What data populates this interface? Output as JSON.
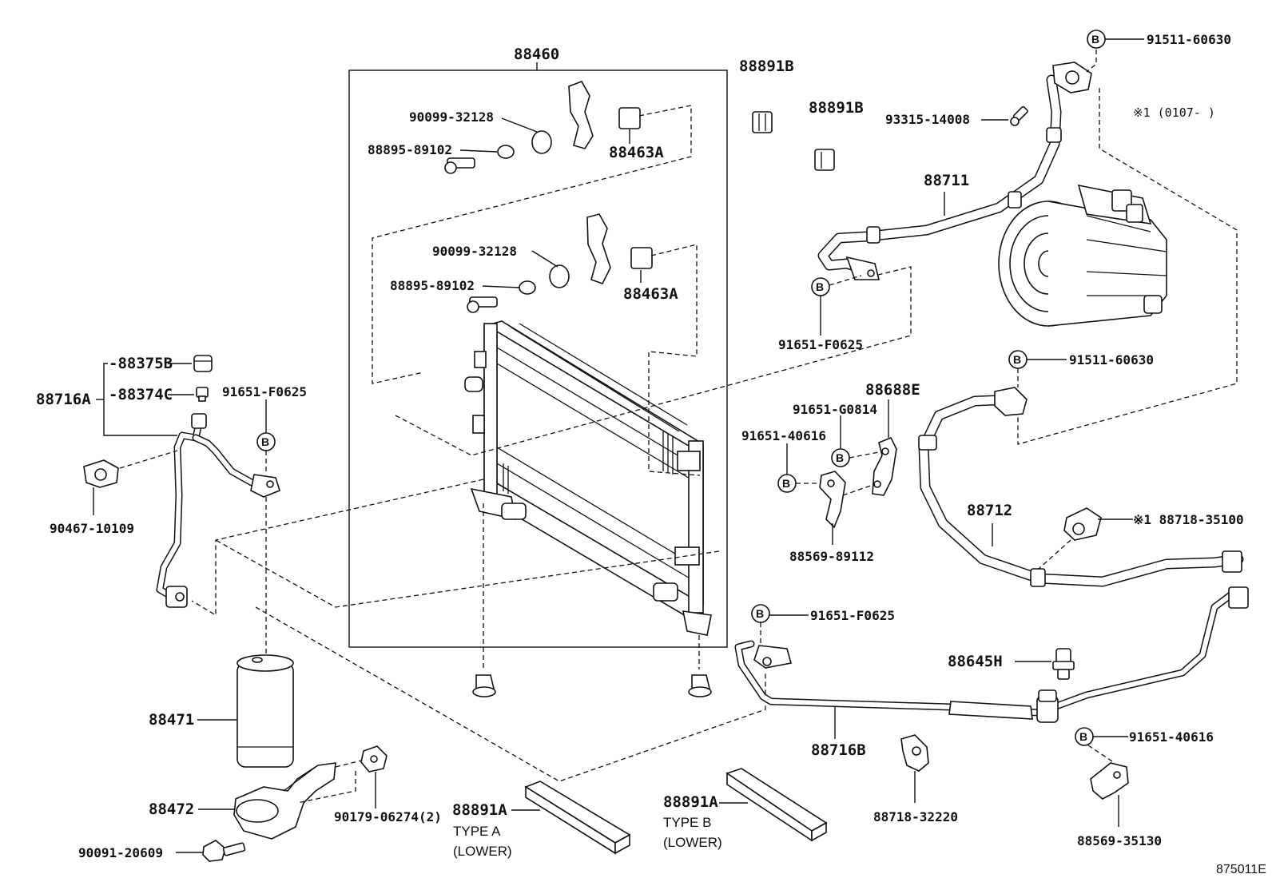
{
  "labels": {
    "p88460": "88460",
    "p88891B_top": "88891B",
    "p88891B_2": "88891B",
    "p91511_60630_top": "91511-60630",
    "p93315_14008": "93315-14008",
    "note_top": "※1 (0107-      )",
    "p90099_32128_a": "90099-32128",
    "p88895_89102_a": "88895-89102",
    "p88463A_a": "88463A",
    "p90099_32128_b": "90099-32128",
    "p88895_89102_b": "88895-89102",
    "p88463A_b": "88463A",
    "p88711": "88711",
    "p91651_F0625_mid": "91651-F0625",
    "p91511_60630_mid": "91511-60630",
    "p88688E": "88688E",
    "p91651_G0814": "91651-G0814",
    "p91651_40616_mid": "91651-40616",
    "p88569_89112": "88569-89112",
    "p88712": "88712",
    "p88718_35100": "※1 88718-35100",
    "p88375B": "-88375B",
    "p88374C": "-88374C",
    "p88716A": "88716A",
    "p91651_F0625_left": "91651-F0625",
    "p90467_10109": "90467-10109",
    "p91651_F0625_low": "91651-F0625",
    "p88645H": "88645H",
    "p88716B": "88716B",
    "p91651_40616_low": "91651-40616",
    "p88718_32220": "88718-32220",
    "p88569_35130": "88569-35130",
    "p88471": "88471",
    "p88472": "88472",
    "p90179_06274": "90179-06274(2)",
    "p90091_20609": "90091-20609",
    "p88891A_a": "88891A",
    "p88891A_b": "88891A",
    "type_a": "TYPE A",
    "type_a_sub": "(LOWER)",
    "type_b": "TYPE B",
    "type_b_sub": "(LOWER)",
    "drawing_code": "875011E",
    "bolt_letter": "B"
  }
}
